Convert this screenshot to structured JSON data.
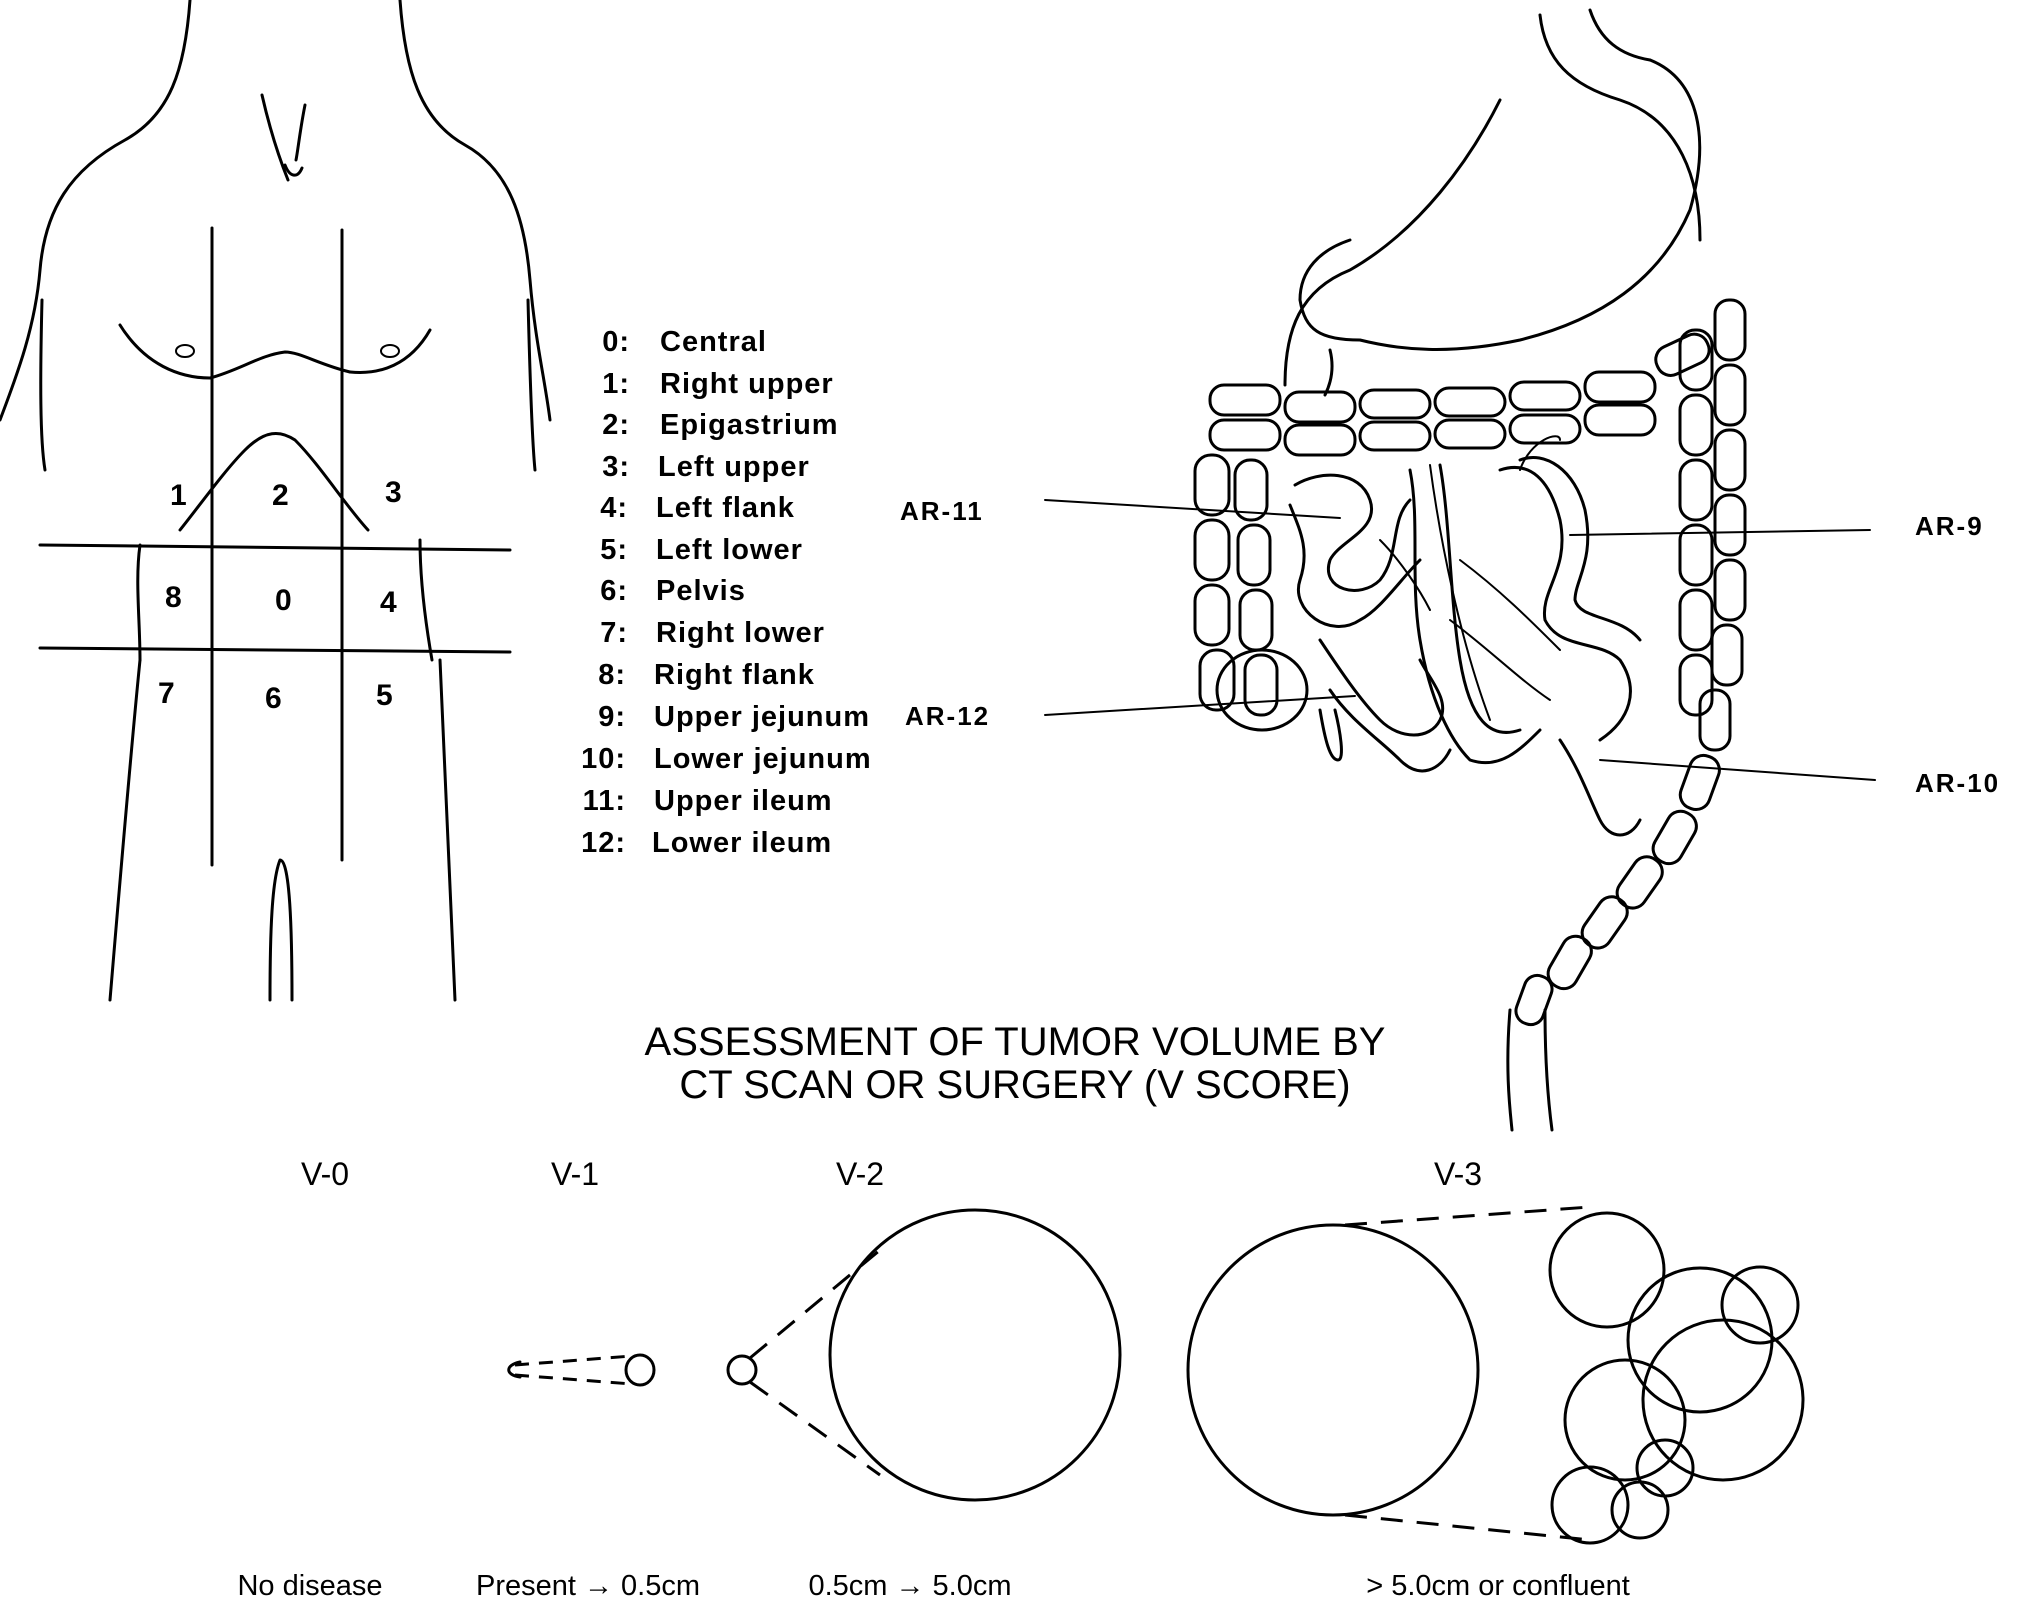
{
  "body_regions": [
    {
      "id": "1",
      "label": "1"
    },
    {
      "id": "2",
      "label": "2"
    },
    {
      "id": "3",
      "label": "3"
    },
    {
      "id": "8",
      "label": "8"
    },
    {
      "id": "0",
      "label": "0"
    },
    {
      "id": "4",
      "label": "4"
    },
    {
      "id": "7",
      "label": "7"
    },
    {
      "id": "6",
      "label": "6"
    },
    {
      "id": "5",
      "label": "5"
    }
  ],
  "legend": [
    {
      "num": "0:",
      "name": "Central"
    },
    {
      "num": "1:",
      "name": "Right upper"
    },
    {
      "num": "2:",
      "name": "Epigastrium"
    },
    {
      "num": "3:",
      "name": "Left upper"
    },
    {
      "num": "4:",
      "name": "Left flank"
    },
    {
      "num": "5:",
      "name": "Left lower"
    },
    {
      "num": "6:",
      "name": "Pelvis"
    },
    {
      "num": "7:",
      "name": "Right lower"
    },
    {
      "num": "8:",
      "name": "Right flank"
    },
    {
      "num": "9:",
      "name": "Upper jejunum"
    },
    {
      "num": "10:",
      "name": "Lower jejunum"
    },
    {
      "num": "11:",
      "name": "Upper ileum"
    },
    {
      "num": "12:",
      "name": "Lower ileum"
    }
  ],
  "intestine_labels": {
    "ar11": "AR-11",
    "ar12": "AR-12",
    "ar9": "AR-9",
    "ar10": "AR-10"
  },
  "title": {
    "line1": "ASSESSMENT OF TUMOR VOLUME BY",
    "line2": "CT SCAN OR SURGERY (V SCORE)"
  },
  "v_scores": [
    {
      "label": "V-0",
      "desc": "No disease"
    },
    {
      "label": "V-1",
      "desc": "Present → 0.5cm"
    },
    {
      "label": "V-2",
      "desc": "0.5cm → 5.0cm"
    },
    {
      "label": "V-3",
      "desc": "> 5.0cm or confluent"
    }
  ]
}
